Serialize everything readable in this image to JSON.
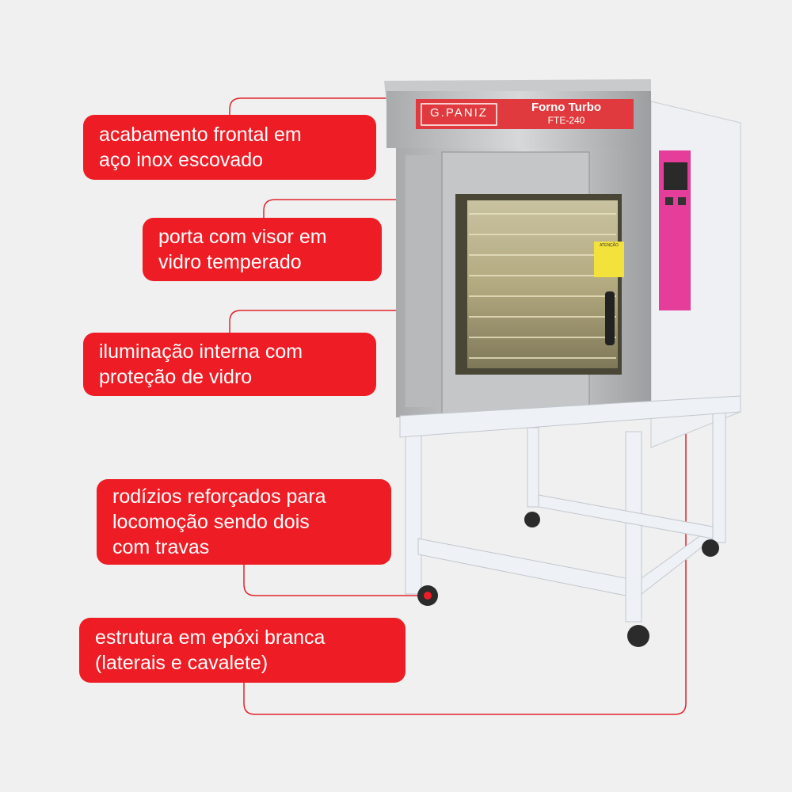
{
  "callouts": [
    {
      "line1": "acabamento frontal em",
      "line2": "aço inox escovado"
    },
    {
      "line1": "porta com visor em",
      "line2": "vidro temperado"
    },
    {
      "line1": "iluminação interna com",
      "line2": "proteção de vidro"
    },
    {
      "line1": "rodízios reforçados para",
      "line2": "locomoção sendo dois",
      "line3": "com travas"
    },
    {
      "line1": "estrutura em epóxi branca",
      "line2": "(laterais e cavalete)"
    }
  ],
  "product": {
    "brand": "G.PANIZ",
    "name": "Forno Turbo",
    "model": "FTE-240",
    "warning": "ATENÇÃO"
  },
  "colors": {
    "accent": "#ee1c24",
    "background": "#f0f0f0",
    "leader_line": "#e0242b"
  }
}
